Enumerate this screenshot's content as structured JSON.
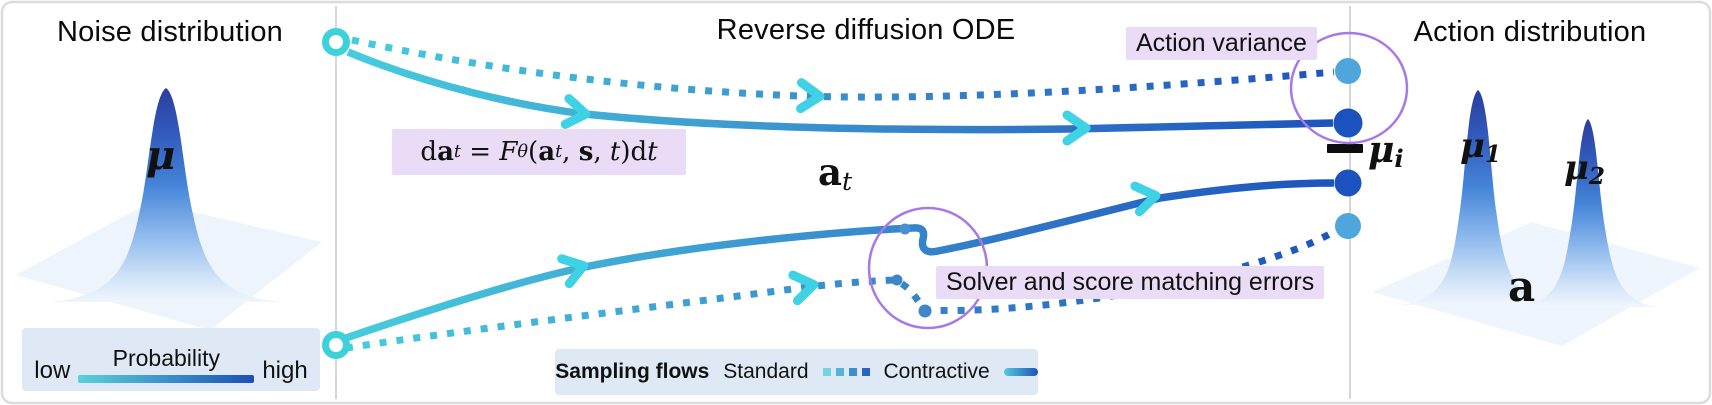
{
  "panels": {
    "noise": {
      "title": "Noise distribution",
      "mu": {
        "base": "μ"
      },
      "colorbar": {
        "title": "Probability",
        "low": "low",
        "high": "high"
      }
    },
    "ode": {
      "title": "Reverse diffusion ODE",
      "equation": {
        "d1": "d",
        "a1": "a",
        "t1": "t",
        "eq": " = ",
        "F": "F",
        "theta": "θ",
        "open": "(",
        "a2": "a",
        "t2": "t",
        "comma1": ", ",
        "s": "s",
        "comma2": ", ",
        "t3": "t",
        "close": ")",
        "d2": "d",
        "t4": "t"
      },
      "a_t": {
        "base": "a",
        "sub": "t"
      },
      "action_variance_label": "Action variance",
      "solver_errors_label": "Solver and score matching errors",
      "mu_i": {
        "base": "μ",
        "sub": "i"
      },
      "legend": {
        "title": "Sampling flows",
        "standard": "Standard",
        "contractive": "Contractive"
      }
    },
    "action": {
      "title": "Action distribution",
      "mu1": {
        "base": "μ",
        "sub": "1"
      },
      "mu2": {
        "base": "μ",
        "sub": "2"
      },
      "a": "a"
    }
  },
  "colors": {
    "flow_start_cyan": "#46cede",
    "flow_end_blue": "#1b52bd",
    "arrow_cyan": "#3ed2e4",
    "endpoint_light_blue": "#4fa6dc",
    "endpoint_dark_blue": "#1b52bd",
    "annotation_purple": "#a779e6",
    "label_lavender_bg": "#eadcf7",
    "legend_bg": "#dfe9f6",
    "gaussian_peak_navy": "#2b3e9e",
    "divider_gray": "#c9c9c9"
  }
}
